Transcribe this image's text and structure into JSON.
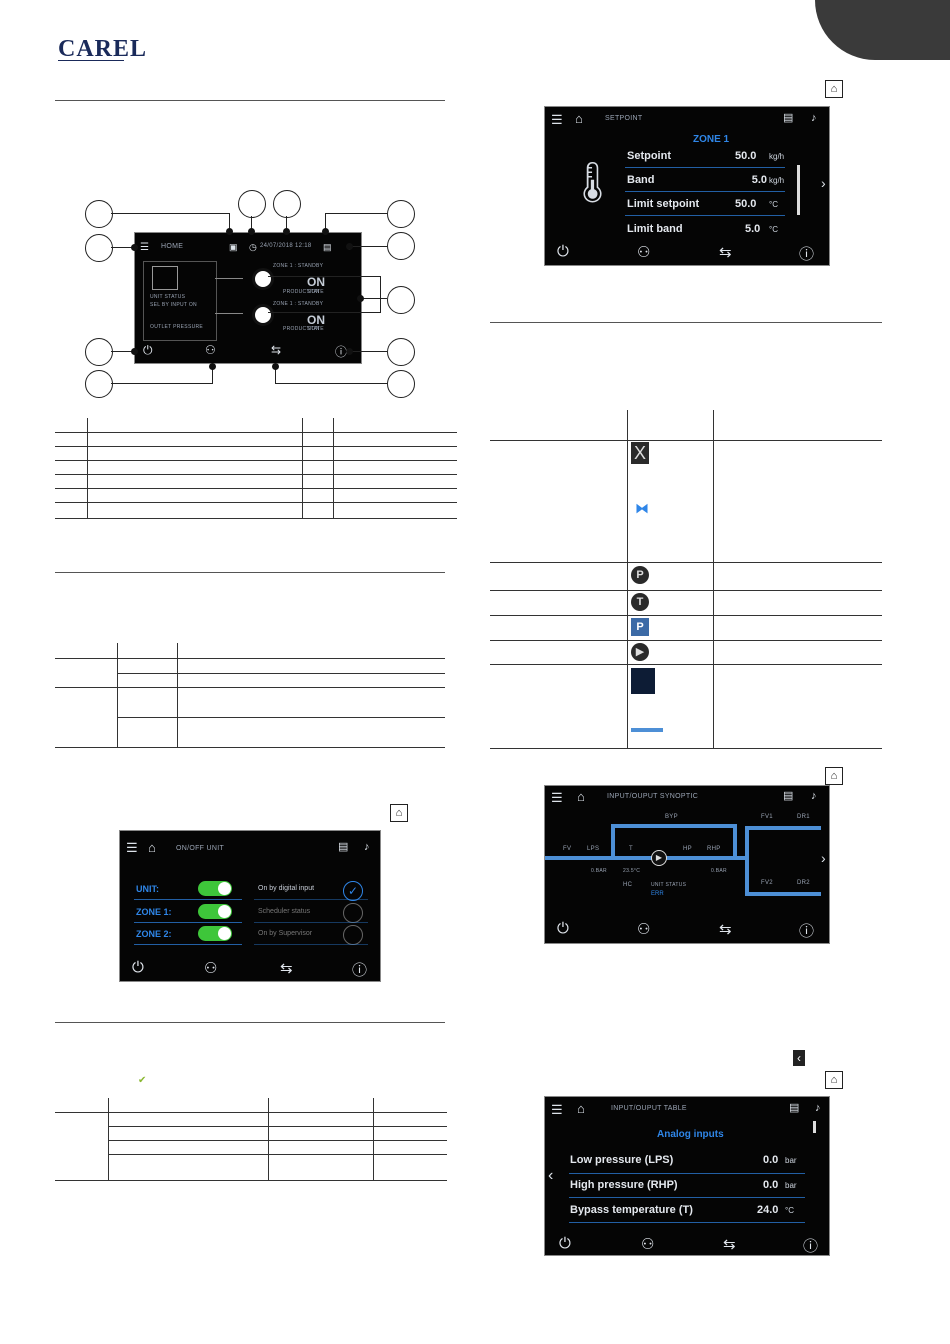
{
  "header": {
    "logo_text": "CAREL"
  },
  "main_screen": {
    "title": "HOME",
    "datetime": "24/07/2018  12:18",
    "zone1_status": "ZONE 1 : STANDBY",
    "zone2_status": "ZONE 1 : STANDBY",
    "zone1_on": "ON",
    "zone2_on": "ON",
    "production_label": "Production",
    "state_label": "State",
    "unit_status": "UNIT STATUS",
    "sel_by_input": "SEL BY INPUT ON",
    "outlet_pressure": "OUTLET PRESSURE"
  },
  "onoff_screen": {
    "title": "ON/OFF UNIT",
    "rows": [
      {
        "label": "UNIT:",
        "option": "On by digital input"
      },
      {
        "label": "ZONE 1:",
        "option": "Scheduler status"
      },
      {
        "label": "ZONE 2:",
        "option": "On by Supervisor"
      }
    ]
  },
  "setpoint_screen": {
    "title": "SETPOINT",
    "zone": "ZONE 1",
    "rows": [
      {
        "label": "Setpoint",
        "value": "50.0",
        "unit": "kg/h"
      },
      {
        "label": "Band",
        "value": "5.0",
        "unit": "kg/h"
      },
      {
        "label": "Limit setpoint",
        "value": "50.0",
        "unit": "°C"
      },
      {
        "label": "Limit band",
        "value": "5.0",
        "unit": "°C"
      }
    ]
  },
  "synoptic_screen": {
    "title": "INPUT/OUPUT SYNOPTIC",
    "labels": {
      "fv": "FV",
      "lps": "LPS",
      "byp": "BYP",
      "t": "T",
      "hp": "HP",
      "rhp": "RHP",
      "fv1": "FV1",
      "fv2": "FV2",
      "dr1": "DR1",
      "dr2": "DR2",
      "hc": "HC"
    },
    "lps_value": "0.bar",
    "t_value": "23.5°C",
    "rhp_value": "0.bar",
    "unit_status": "UNIT STATUS",
    "unit_status_value": "ERR"
  },
  "table_screen": {
    "title": "INPUT/OUPUT TABLE",
    "section": "Analog inputs",
    "rows": [
      {
        "label": "Low pressure (LPS)",
        "value": "0.0",
        "unit": "bar"
      },
      {
        "label": "High pressure (RHP)",
        "value": "0.0",
        "unit": "bar"
      },
      {
        "label": "Bypass temperature (T)",
        "value": "24.0",
        "unit": "°C"
      }
    ]
  },
  "icons_table": {
    "symbols": [
      "valve-closed-icon",
      "valve-open-icon",
      "pressure-transducer-icon",
      "temperature-probe-icon",
      "pressure-switch-icon",
      "pump-icon",
      "pipe-icon"
    ]
  },
  "colors": {
    "accent": "#2f86e8",
    "toggle_on": "#3ec63a",
    "screen_bg": "#050505",
    "header_tab": "#3a3a3a"
  }
}
